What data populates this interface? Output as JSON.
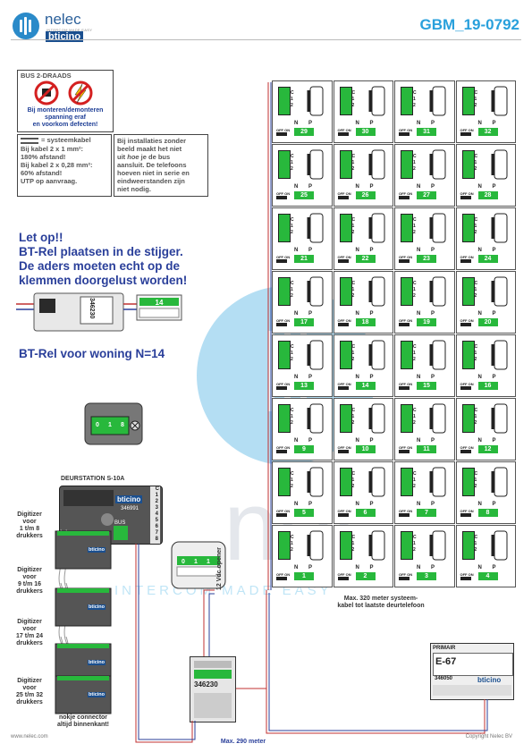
{
  "header": {
    "brand": "nelec",
    "tagline": "INTERCOM MADE EASY",
    "sub_brand": "bticino",
    "doc_code": "GBM_19-0792"
  },
  "warning_box": {
    "title": "BUS 2-DRAADS",
    "line1": "Bij monteren/demonteren",
    "line2": "spanning eraf",
    "line3": "en voorkom defecten!"
  },
  "cable_box": {
    "title": "= systeemkabel",
    "line1": "Bij kabel 2 x 1 mm²:",
    "line2": "180% afstand!",
    "line3": "Bij kabel 2 x 0,28 mm²:",
    "line4": "60% afstand!",
    "line5": "UTP op aanvraag."
  },
  "install_box": {
    "line1": "Bij installaties zonder",
    "line2": "beeld maakt het niet",
    "line3a": "uit ",
    "line3b": "hoe",
    "line3c": " je de bus",
    "line4": "aansluit. De telefoons",
    "line5": "hoeven niet in serie en",
    "line6": "eindweerstanden zijn",
    "line7": "niet nodig."
  },
  "note": {
    "line1": "Let op!!",
    "line2": "BT-Rel plaatsen in de stijger.",
    "line3": "De aders moeten echt op de",
    "line4": "klemmen doorgelust worden!",
    "relay_caption": "BT-Rel voor woning N=14",
    "relay_code": "346230",
    "relay_digits": "14"
  },
  "door_station": {
    "label": "DEURSTATION S-10A",
    "code": "346991",
    "brand": "bticino",
    "zoom_digits": [
      "0",
      "1",
      "8"
    ],
    "terminal_top": "C",
    "terminals": [
      "1",
      "2",
      "3",
      "4",
      "5",
      "6",
      "7",
      "8"
    ],
    "bus_label": "BUS"
  },
  "digitizers": [
    {
      "l1": "Digitizer",
      "l2": "voor",
      "l3": "1 t/m 8",
      "l4": "drukkers"
    },
    {
      "l1": "Digitizer",
      "l2": "voor",
      "l3": "9 t/m 16",
      "l4": "drukkers"
    },
    {
      "l1": "Digitizer",
      "l2": "voor",
      "l3": "17 t/m 24",
      "l4": "drukkers"
    },
    {
      "l1": "Digitizer",
      "l2": "voor",
      "l3": "25 t/m 32",
      "l4": "drukkers"
    }
  ],
  "digitizer_brand": "bticino",
  "connector_note": {
    "line1": "nokje connector",
    "line2": "altijd binnenkant!"
  },
  "relay_module": {
    "code": "346230",
    "zoom_digits": [
      "0",
      "1",
      "1"
    ],
    "opener_label": "12 Vdc opener"
  },
  "distances": {
    "system_cable_l1": "Max. 320 meter systeem-",
    "system_cable_l2": "kabel tot laatste deurtelefoon",
    "bus_max": "Max. 290 meter"
  },
  "power_supply": {
    "primary": "PRIMAIR",
    "model": "E-67",
    "code": "346050",
    "brand": "bticino"
  },
  "footer": {
    "website": "www.nelec.com",
    "copyright": "Copyright Nelec BV"
  },
  "watermark": {
    "text": "nel",
    "tagline": "INTERCOM MADE EASY"
  },
  "unit_labels": {
    "off_on": "OFF ON",
    "n": "N",
    "p": "P"
  },
  "units": [
    [
      "29",
      "30",
      "31",
      "32"
    ],
    [
      "25",
      "26",
      "27",
      "28"
    ],
    [
      "21",
      "22",
      "23",
      "24"
    ],
    [
      "17",
      "18",
      "19",
      "20"
    ],
    [
      "13",
      "14",
      "15",
      "16"
    ],
    [
      "9",
      "10",
      "11",
      "12"
    ],
    [
      "5",
      "6",
      "7",
      "8"
    ],
    [
      "1",
      "2",
      "3",
      "4"
    ]
  ],
  "colors": {
    "accent_blue": "#2a3f9a",
    "light_blue": "#29a0dc",
    "green": "#28b83c",
    "bus_red": "#c03030"
  }
}
